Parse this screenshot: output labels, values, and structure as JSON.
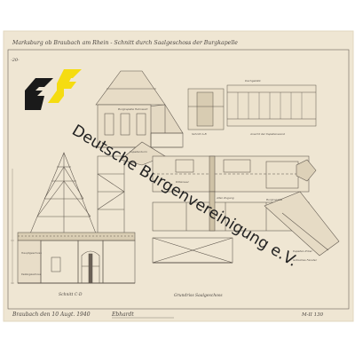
{
  "drawing": {
    "header": "Marksburg ob Braubach am Rhein - Schnitt durch Saalgeschoss der Burgkapelle",
    "margin_number": "-20-",
    "label_kapelle_kopf": "Burgkapelle Hahnwart",
    "label_kapellenturm": "Kapellenturm",
    "label_detail_left": "Schnitt A-B",
    "label_detail_right": "Ansicht der Kapellenwand",
    "label_roof_detail": "Dachgebälk",
    "label_plan_room1": "Rittersaal",
    "label_plan_room2": "Burgkapelle",
    "label_plan_mid": "Alter Zugang",
    "label_right_1": "Kapellen-Erker",
    "label_right_2": "Gotisches Fenster",
    "label_left_room_1": "Hauptgeschoss",
    "label_left_room_2": "Kellergeschoss",
    "label_section": "Schnitt C-D",
    "label_plan_title": "Grundriss Saalgeschoss",
    "footer_place_date": "Braubach den 10 Augt. 1940",
    "footer_signature": "Ebhardt",
    "sheet_number": "M-II 130"
  },
  "logo": {
    "black": "#1a1a1a",
    "yellow": "#f5dc11"
  },
  "watermark": {
    "line1": "Deutsche Burgenvereinigung e.V."
  },
  "colors": {
    "paper": "#efe6d3",
    "ink": "#4a4540",
    "paper_edge": "#e6dcc6"
  }
}
